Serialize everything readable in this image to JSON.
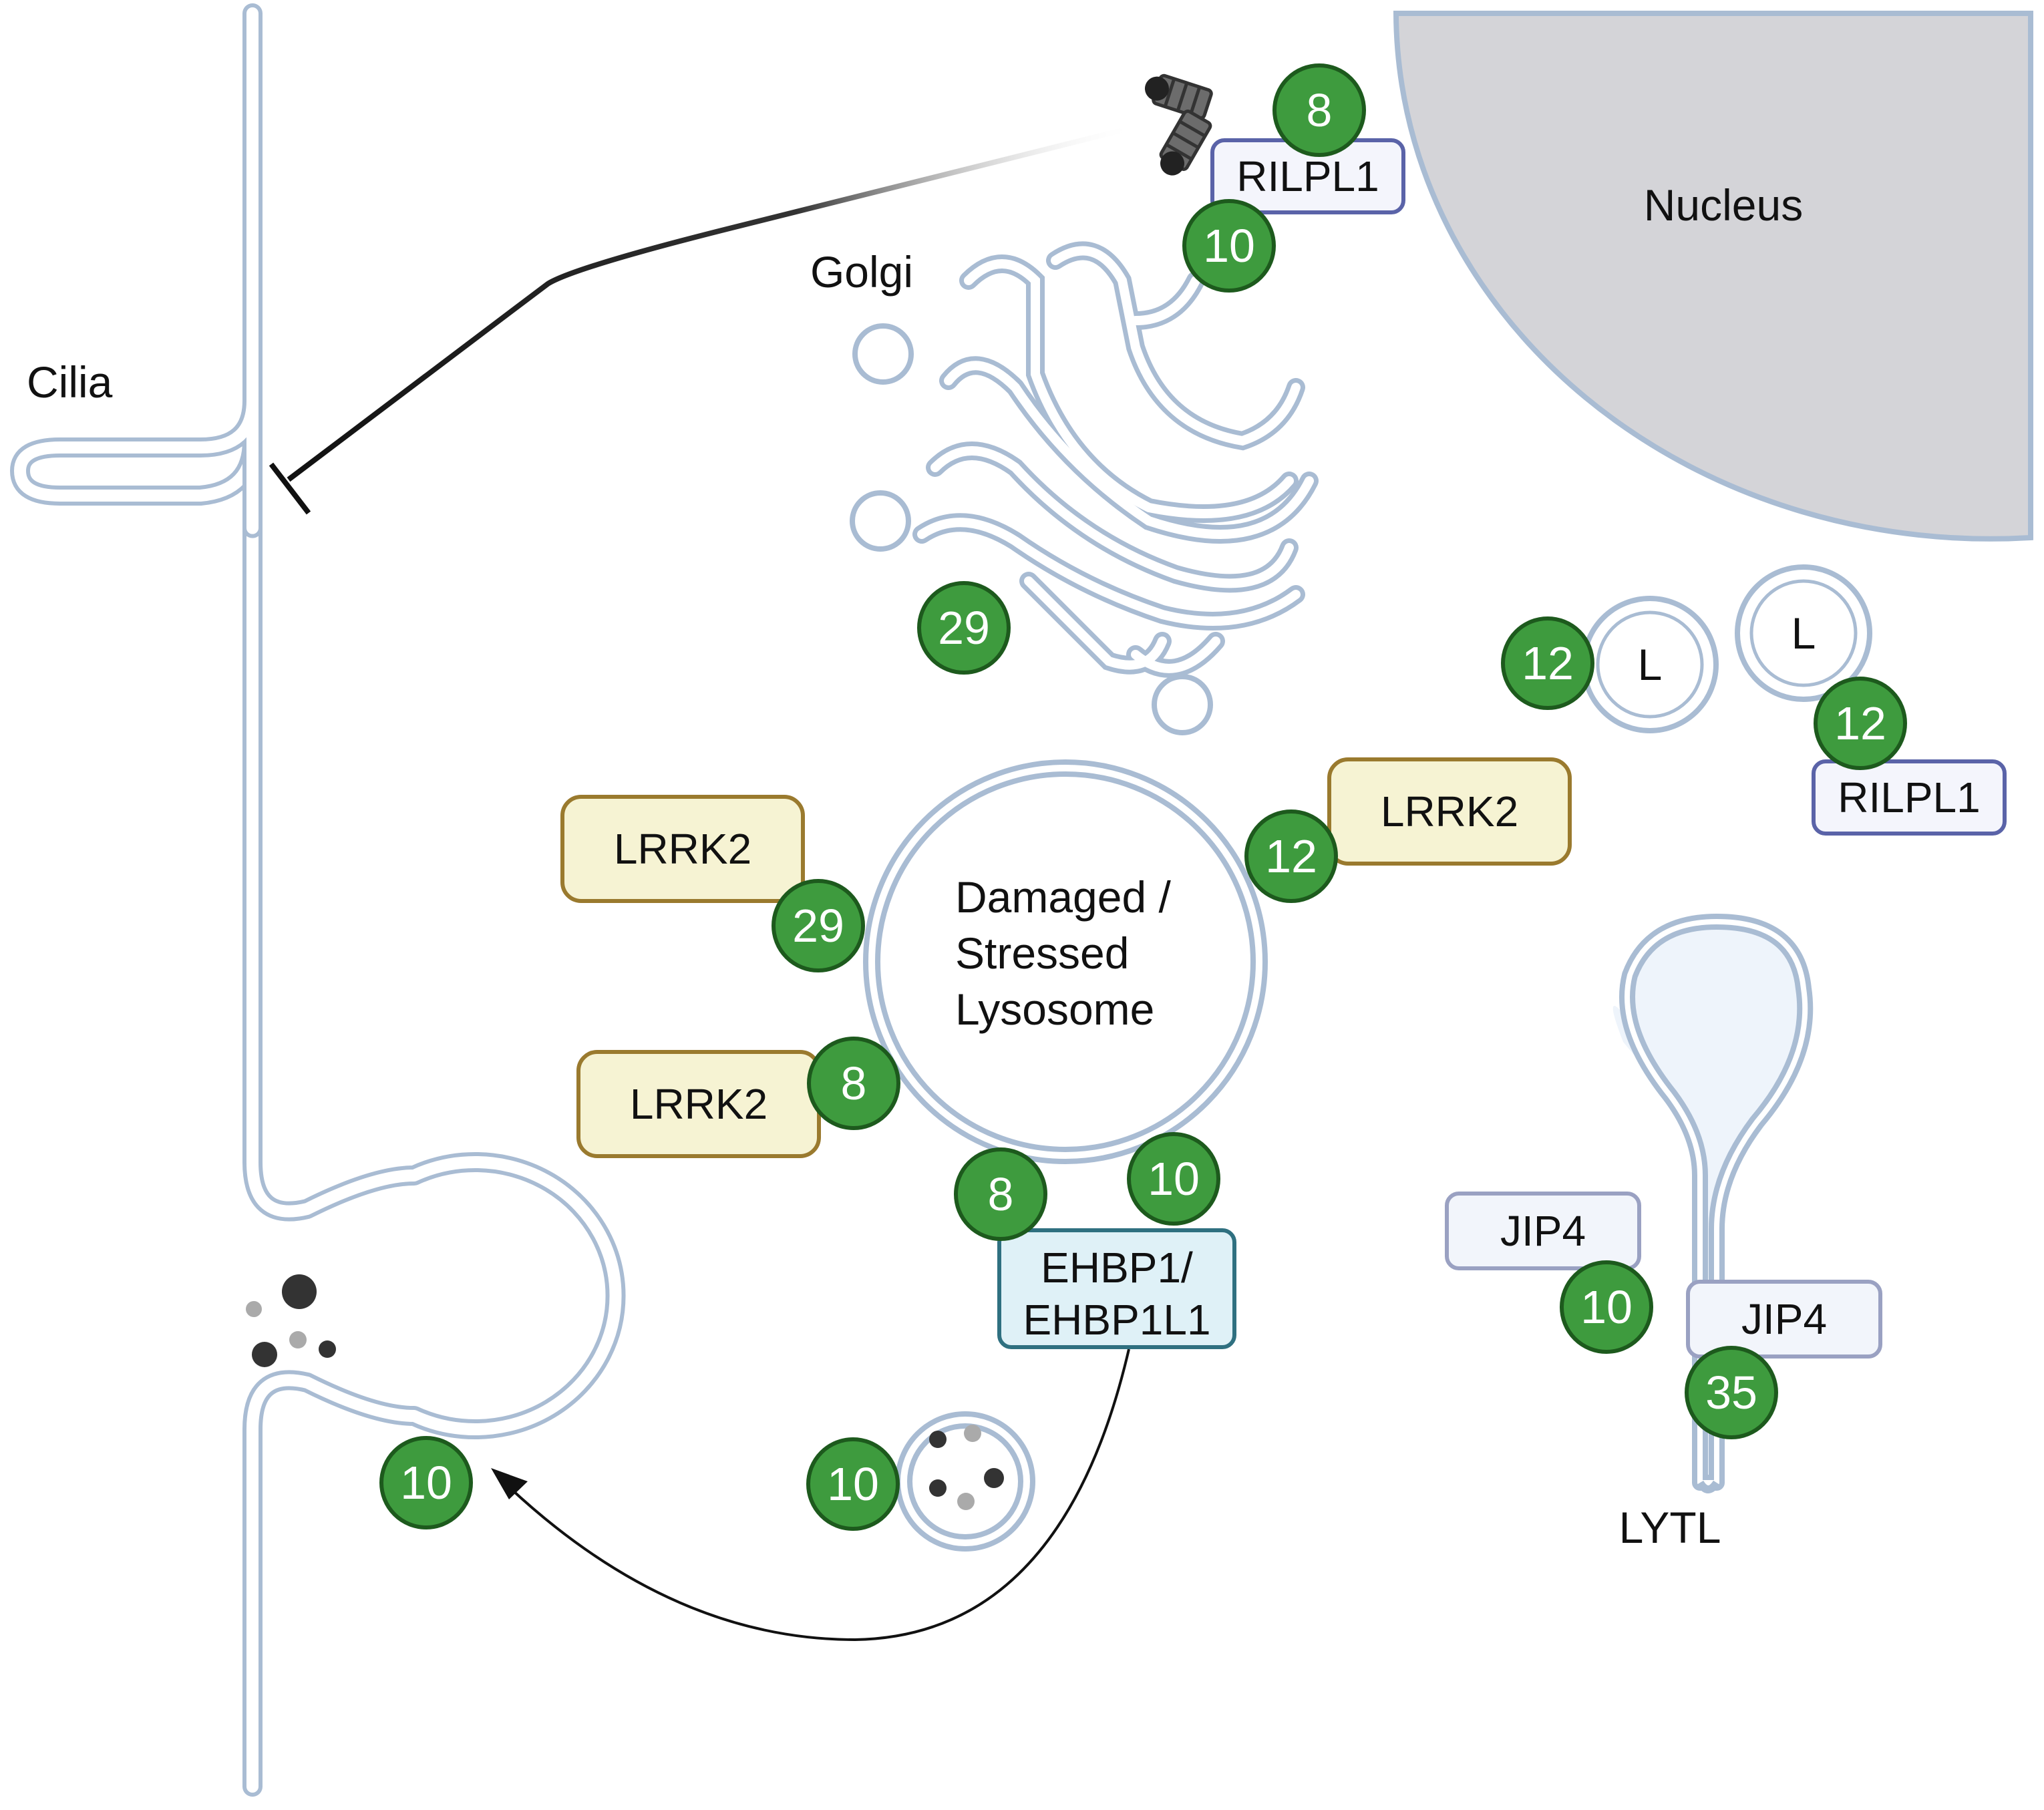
{
  "labels": {
    "nucleus": "Nucleus",
    "golgi": "Golgi",
    "cilia": "Cilia",
    "lysosome_line1": "Damaged /",
    "lysosome_line2": "Stressed",
    "lysosome_line3": "Lysosome",
    "lytl": "LYTL",
    "small_lysosome": "L"
  },
  "rabs": {
    "centriole_top": "8",
    "centriole_bottom": "10",
    "golgi": "29",
    "lyso_free": "12",
    "lyso_rilpl1": "12",
    "lrrk2_right": "12",
    "lrrk2_left_top": "29",
    "lrrk2_left_bottom": "8",
    "ehbp_left": "8",
    "ehbp_right": "10",
    "vesicle": "10",
    "plasma_membrane": "10",
    "jip4_left": "10",
    "jip4_right": "35"
  },
  "proteins": {
    "rilpl1_top": "RILPL1",
    "rilpl1_right": "RILPL1",
    "lrrk2_right": "LRRK2",
    "lrrk2_left_top": "LRRK2",
    "lrrk2_left_bottom": "LRRK2",
    "ehbp_line1": "EHBP1/",
    "ehbp_line2": "EHBP1L1",
    "jip4_left": "JIP4",
    "jip4_right": "JIP4"
  },
  "colors": {
    "rab_fill": "#3e9b3e",
    "rab_stroke": "#1d5a1d",
    "membrane_stroke": "#a9bcd3",
    "membrane_fill": "#e8f1fb",
    "nucleus_fill": "#d4d4d8",
    "lrrk2_fill": "#f6f3d3",
    "lrrk2_stroke": "#9a7a2e",
    "rilpl1_fill": "#f4f5fc",
    "rilpl1_stroke": "#5a63a8",
    "ehbp_fill": "#dff1f7",
    "ehbp_stroke": "#2f7080",
    "jip4_fill": "#f2f5fb",
    "jip4_stroke": "#9aa1c2"
  }
}
